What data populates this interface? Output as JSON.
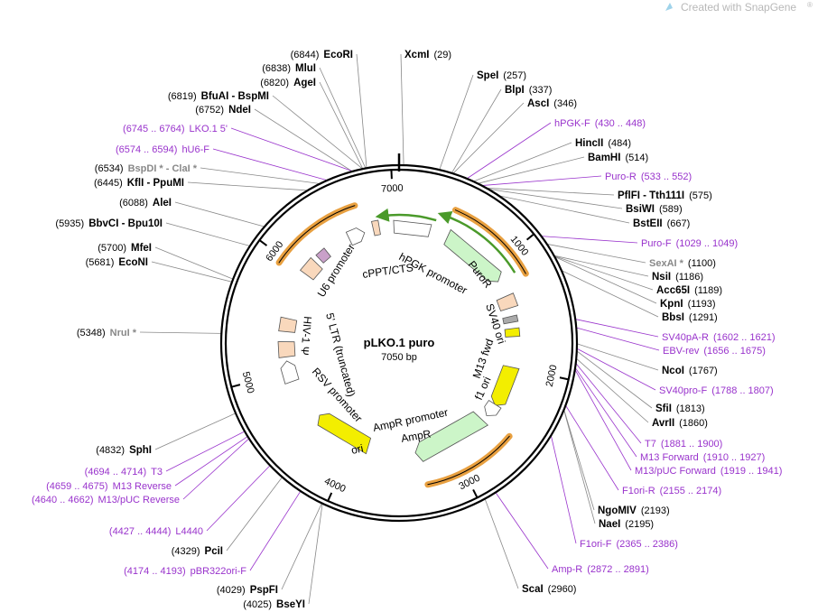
{
  "watermark": {
    "text": "Created with SnapGene",
    "reg": "®"
  },
  "plasmid": {
    "name": "pLKO.1 puro",
    "size_label": "7050 bp",
    "length": 7050
  },
  "ticks": [
    "1000",
    "2000",
    "3000",
    "4000",
    "5000",
    "6000",
    "7000"
  ],
  "sites_left": [
    {
      "pos": "(6844)",
      "name": "EcoRI",
      "kind": "enzyme"
    },
    {
      "pos": "(6838)",
      "name": "MluI",
      "kind": "enzyme"
    },
    {
      "pos": "(6820)",
      "name": "AgeI",
      "kind": "enzyme"
    },
    {
      "pos": "(6819)",
      "name": "BfuAI - BspMI",
      "kind": "enzyme"
    },
    {
      "pos": "(6752)",
      "name": "NdeI",
      "kind": "enzyme"
    },
    {
      "pos": "(6745 .. 6764)",
      "name": "LKO.1 5'",
      "kind": "primer"
    },
    {
      "pos": "(6574 .. 6594)",
      "name": "hU6-F",
      "kind": "primer"
    },
    {
      "pos": "(6534)",
      "name": "BspDI * - ClaI *",
      "kind": "grey"
    },
    {
      "pos": "(6445)",
      "name": "KflI - PpuMI",
      "kind": "enzyme"
    },
    {
      "pos": "(6088)",
      "name": "AleI",
      "kind": "enzyme"
    },
    {
      "pos": "(5935)",
      "name": "BbvCI - Bpu10I",
      "kind": "enzyme"
    },
    {
      "pos": "(5700)",
      "name": "MfeI",
      "kind": "enzyme"
    },
    {
      "pos": "(5681)",
      "name": "EcoNI",
      "kind": "enzyme"
    },
    {
      "pos": "(5348)",
      "name": "NruI *",
      "kind": "grey"
    },
    {
      "pos": "(4832)",
      "name": "SphI",
      "kind": "enzyme"
    },
    {
      "pos": "(4694 .. 4714)",
      "name": "T3",
      "kind": "primer"
    },
    {
      "pos": "(4659 .. 4675)",
      "name": "M13 Reverse",
      "kind": "primer"
    },
    {
      "pos": "(4640 .. 4662)",
      "name": "M13/pUC Reverse",
      "kind": "primer"
    },
    {
      "pos": "(4427 .. 4444)",
      "name": "L4440",
      "kind": "primer"
    },
    {
      "pos": "(4329)",
      "name": "PciI",
      "kind": "enzyme"
    },
    {
      "pos": "(4174 .. 4193)",
      "name": "pBR322ori-F",
      "kind": "primer"
    },
    {
      "pos": "(4029)",
      "name": "PspFI",
      "kind": "enzyme"
    },
    {
      "pos": "(4025)",
      "name": "BseYI",
      "kind": "enzyme"
    }
  ],
  "sites_right": [
    {
      "name": "XcmI",
      "pos": "(29)",
      "kind": "enzyme"
    },
    {
      "name": "SpeI",
      "pos": "(257)",
      "kind": "enzyme"
    },
    {
      "name": "BlpI",
      "pos": "(337)",
      "kind": "enzyme"
    },
    {
      "name": "AscI",
      "pos": "(346)",
      "kind": "enzyme"
    },
    {
      "name": "hPGK-F",
      "pos": "(430 .. 448)",
      "kind": "primer"
    },
    {
      "name": "HincII",
      "pos": "(484)",
      "kind": "enzyme"
    },
    {
      "name": "BamHI",
      "pos": "(514)",
      "kind": "enzyme"
    },
    {
      "name": "Puro-R",
      "pos": "(533 .. 552)",
      "kind": "primer"
    },
    {
      "name": "PflFI - Tth111I",
      "pos": "(575)",
      "kind": "enzyme"
    },
    {
      "name": "BsiWI",
      "pos": "(589)",
      "kind": "enzyme"
    },
    {
      "name": "BstEII",
      "pos": "(667)",
      "kind": "enzyme"
    },
    {
      "name": "Puro-F",
      "pos": "(1029 .. 1049)",
      "kind": "primer"
    },
    {
      "name": "SexAI *",
      "pos": "(1100)",
      "kind": "grey"
    },
    {
      "name": "NsiI",
      "pos": "(1186)",
      "kind": "enzyme"
    },
    {
      "name": "Acc65I",
      "pos": "(1189)",
      "kind": "enzyme"
    },
    {
      "name": "KpnI",
      "pos": "(1193)",
      "kind": "enzyme"
    },
    {
      "name": "BbsI",
      "pos": "(1291)",
      "kind": "enzyme"
    },
    {
      "name": "SV40pA-R",
      "pos": "(1602 .. 1621)",
      "kind": "primer"
    },
    {
      "name": "EBV-rev",
      "pos": "(1656 .. 1675)",
      "kind": "primer"
    },
    {
      "name": "NcoI",
      "pos": "(1767)",
      "kind": "enzyme"
    },
    {
      "name": "SV40pro-F",
      "pos": "(1788 .. 1807)",
      "kind": "primer"
    },
    {
      "name": "SfiI",
      "pos": "(1813)",
      "kind": "enzyme"
    },
    {
      "name": "AvrII",
      "pos": "(1860)",
      "kind": "enzyme"
    },
    {
      "name": "T7",
      "pos": "(1881 .. 1900)",
      "kind": "primer"
    },
    {
      "name": "M13 Forward",
      "pos": "(1910 .. 1927)",
      "kind": "primer"
    },
    {
      "name": "M13/pUC Forward",
      "pos": "(1919 .. 1941)",
      "kind": "primer"
    },
    {
      "name": "F1ori-R",
      "pos": "(2155 .. 2174)",
      "kind": "primer"
    },
    {
      "name": "NgoMIV",
      "pos": "(2193)",
      "kind": "enzyme"
    },
    {
      "name": "NaeI",
      "pos": "(2195)",
      "kind": "enzyme"
    },
    {
      "name": "F1ori-F",
      "pos": "(2365 .. 2386)",
      "kind": "primer"
    },
    {
      "name": "Amp-R",
      "pos": "(2872 .. 2891)",
      "kind": "primer"
    },
    {
      "name": "ScaI",
      "pos": "(2960)",
      "kind": "enzyme"
    }
  ],
  "features": {
    "puror": "PuroR",
    "hpgk": "hPGK promoter",
    "cppt": "cPPT/CTS",
    "u6": "U6 promoter",
    "sv40ori": "SV40 ori",
    "m13fwd": "M13 fwd",
    "f1ori": "f1 ori",
    "amppro": "AmpR promoter",
    "ampr": "AmpR",
    "ori": "ori",
    "ltr": "5' LTR (truncated)",
    "rsv": "RSV promoter",
    "hiv": "HIV-1 Ψ"
  },
  "colors": {
    "enzyme": "#000000",
    "primer": "#9933cc",
    "grey": "#888888",
    "backbone": "#000000",
    "orange": "#e8a040",
    "green_arrow": "#4a9a2a",
    "resistance": "#ccf5c8",
    "ori_yellow": "#f3ee00",
    "promoter": "#ffffff",
    "ltr_fill": "#f9d8bc"
  }
}
